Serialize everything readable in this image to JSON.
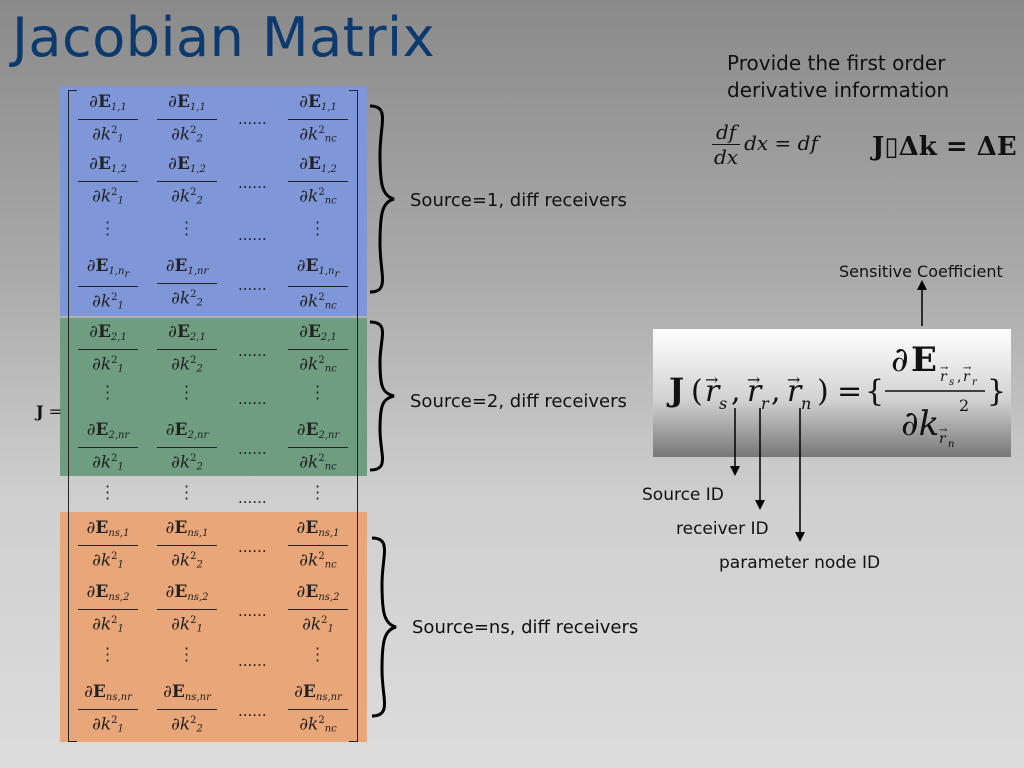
{
  "slide": {
    "title": "Jacobian Matrix",
    "note_line1": "Provide the first order",
    "note_line2": "derivative information",
    "eq_deriv_num": "df",
    "eq_deriv_den": "dx",
    "eq_deriv_rest": "dx = df",
    "eq_jacobian": "J▯Δk = ΔE",
    "j_label": "J",
    "source_labels": [
      "Source=1, diff receivers",
      "Source=2, diff receivers",
      "Source=ns, diff receivers"
    ],
    "sensitive_label": "Sensitive Coefficient",
    "source_id": "Source ID",
    "receiver_id": "receiver ID",
    "parameter_id": "parameter node ID",
    "hdots": "......",
    "colors": {
      "title": "#0d3a6e",
      "blue_band": "#7f97d8",
      "green_band": "#6e9d80",
      "orange_band": "#e9a679"
    }
  }
}
